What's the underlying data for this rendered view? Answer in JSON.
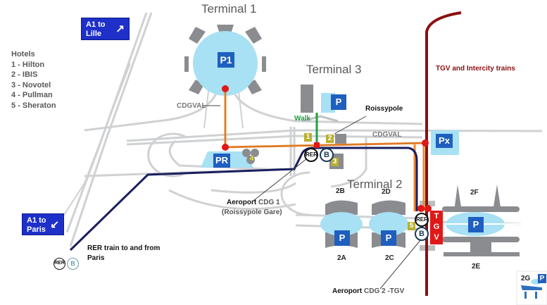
{
  "map": {
    "title": "Paris Charles de Gaulle Airport map",
    "terminals": {
      "t1": "Terminal 1",
      "t2": "Terminal 2",
      "t3": "Terminal 3"
    },
    "hotels": {
      "heading": "Hotels",
      "items": [
        "1 - Hilton",
        "2 - IBIS",
        "3 - Novotel",
        "4 - Pullman",
        "5 - Sheraton"
      ],
      "markers": [
        "1",
        "2",
        "3",
        "4",
        "5"
      ]
    },
    "signs": {
      "lille": {
        "line1": "A1 to",
        "line2": "Lille",
        "arrow": "↗"
      },
      "paris": {
        "line1": "A1 to",
        "line2": "Paris",
        "arrow": "↙"
      }
    },
    "parking": {
      "p1": "P1",
      "pr": "PR",
      "px": "Px",
      "t3": "P",
      "t2a": "P",
      "t2c": "P",
      "t2f": "P",
      "t2g": "P"
    },
    "gates": {
      "2A": "2A",
      "2B": "2B",
      "2C": "2C",
      "2D": "2D",
      "2E": "2E",
      "2F": "2F",
      "2G": "2G"
    },
    "labels": {
      "cdgval_1": "CDGVAL",
      "cdgval_2": "CDGVAL",
      "walk": "Walk",
      "roissypole": "Roissypole",
      "tgv_trains": "TGV and Intercity trains",
      "cdg1_station_bold": "Aeroport",
      "cdg1_station_rest": "CDG 1",
      "cdg1_station_sub": "(Roissypole Gare)",
      "cdg2_station_bold": "Aeroport",
      "cdg2_station_rest": "CDG 2 -TGV",
      "rer_line_1": "RER train to and  from",
      "rer_line_2": "Paris"
    },
    "badges": {
      "rer": "RER",
      "b": "B",
      "tgv": [
        "T",
        "G",
        "V"
      ]
    },
    "colors": {
      "rer_line": "#1a1f5e",
      "cdgval_line": "#f08a30",
      "tgv_line": "#8b1010",
      "walk_line": "#20a040",
      "parking_blue": "#1e5fbf",
      "terminal_lightblue": "#a8e0f4",
      "building_grey": "#8a8c90",
      "road_grey": "#c8cacc",
      "sign_blue": "#1e30c8",
      "tgv_red": "#e01818",
      "hotel_marker": "#b8b030"
    }
  }
}
